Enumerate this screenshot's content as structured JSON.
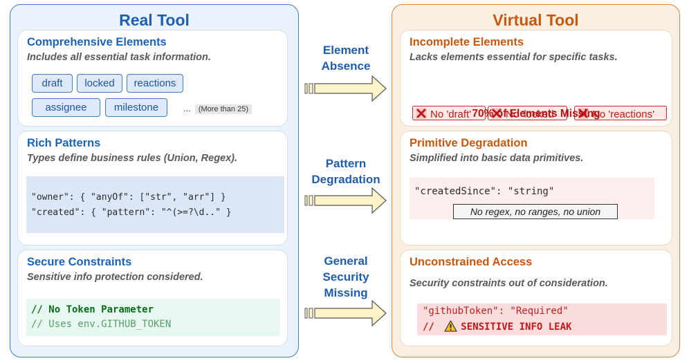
{
  "real_tool": {
    "title": "Real Tool",
    "elements_card": {
      "title": "Comprehensive Elements",
      "subtitle": "Includes all essential task information.",
      "tags": [
        "draft",
        "locked",
        "reactions",
        "assignee",
        "milestone"
      ],
      "more_dots": "...",
      "more_text": "(More than 25)"
    },
    "patterns_card": {
      "title": "Rich Patterns",
      "subtitle": "Types define business rules (Union, Regex).",
      "code_line1": "\"owner\": { \"anyOf\": [\"str\", \"arr\"] }",
      "code_line2": "\"created\": { \"pattern\": \"^(>=?\\d..\" }"
    },
    "security_card": {
      "title": "Secure Constraints",
      "subtitle": "Sensitive info protection considered.",
      "code_line1": "// No Token Parameter",
      "code_line2": "// Uses env.GITHUB_TOKEN"
    }
  },
  "arrows": {
    "arrow1": {
      "line1": "Element",
      "line2": "Absence"
    },
    "arrow2": {
      "line1": "Pattern",
      "line2": "Degradation"
    },
    "arrow3": {
      "line1": "General",
      "line2": "Security",
      "line3": "Missing"
    }
  },
  "virtual_tool": {
    "title": "Virtual Tool",
    "elements_card": {
      "title": "Incomplete Elements",
      "subtitle": "Lacks elements essential for specific tasks.",
      "missing": [
        "No 'draft'",
        "No 'locked'",
        "No 'reactions'"
      ],
      "stat": "70% of Elements Missing"
    },
    "patterns_card": {
      "title": "Primitive Degradation",
      "subtitle": "Simplified into basic data primitives.",
      "code_line": "\"createdSince\": \"string\"",
      "note": "No regex, no ranges, no union"
    },
    "security_card": {
      "title": "Unconstrained Access",
      "subtitle": "Security constraints out of consideration.",
      "code_line1": "\"githubToken\": \"Required\"",
      "code_prefix": "//",
      "code_warning": "SENSITIVE INFO LEAK"
    }
  },
  "colors": {
    "real_accent": "#1f5fb3",
    "virtual_accent": "#c45a12",
    "missing_red": "#c01818",
    "code_green": "#0a6d1a",
    "arrow_fill": "#fff3c9"
  },
  "icons": [
    "cross-mark-icon",
    "warning-triangle-icon",
    "right-arrow-icon"
  ]
}
